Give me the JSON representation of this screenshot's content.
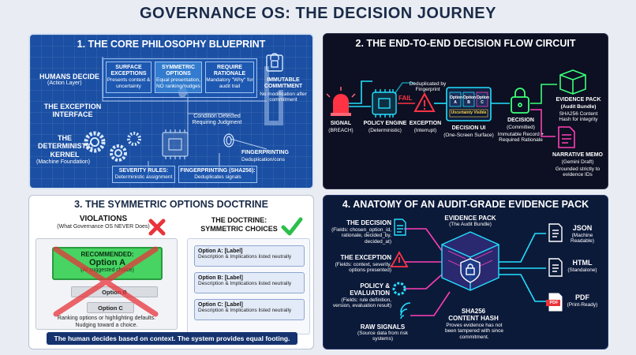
{
  "title": "GOVERNANCE OS: THE DECISION JOURNEY",
  "panel1": {
    "title": "1. THE CORE PHILOSOPHY BLUEPRINT",
    "humans_decide": "HUMANS DECIDE",
    "action_layer": "(Action Layer)",
    "exception_interface": "THE EXCEPTION INTERFACE",
    "kernel": "THE DETERMINISTIC KERNEL",
    "machine_foundation": "(Machine Foundation)",
    "surface_title": "SURFACE EXCEPTIONS",
    "surface_desc": "Presents context & uncertainty",
    "symmetric_title": "SYMMETRIC OPTIONS",
    "symmetric_desc": "Equal presentation, NO ranking/nudges",
    "rationale_title": "REQUIRE RATIONALE",
    "rationale_desc": "Mandatory \"Why\" for audit trail",
    "immutable_title": "IMMUTABLE COMMITMENT",
    "immutable_desc": "No modification after commitment",
    "condition": "Condition Detected Requiring Judgment",
    "fingerprinting_label": "FINGERPRINTING",
    "fingerprinting_sub": "Deduplication/cons",
    "severity_rules": "SEVERITY RULES:",
    "severity_desc": "Deterministic assignment",
    "fp_sha": "FINGERPRINTING (SHA256):",
    "fp_sha_desc": "Deduplicates signals"
  },
  "panel2": {
    "title": "2. THE END-TO-END DECISION FLOW CIRCUIT",
    "dedup": "Deduplicated by Fingerprint",
    "fail": "FAIL",
    "signal": "SIGNAL",
    "signal_sub": "(BREACH)",
    "policy_engine": "POLICY ENGINE",
    "policy_sub": "(Deterministic)",
    "exception": "EXCEPTION",
    "exception_sub": "(Interrupt)",
    "option_a": "Option A",
    "option_b": "Option B",
    "option_c": "Option C",
    "uncertainty": "Uncertainty Visible",
    "decision_ui": "DECISION UI",
    "decision_ui_sub": "(One-Screen Surface)",
    "decision": "DECISION",
    "decision_sub": "(Committed)",
    "decision_desc": "Immutable Record + Required Rationale",
    "evidence_pack": "EVIDENCE PACK",
    "evidence_sub": "(Audit Bundle)",
    "evidence_desc": "SHA256 Content Hash for integrity",
    "narrative": "NARRATIVE MEMO",
    "narrative_sub": "(Gemini Draft)",
    "narrative_desc": "Grounded strictly to evidence IDs"
  },
  "panel3": {
    "title": "3. THE SYMMETRIC OPTIONS DOCTRINE",
    "violations": "VIOLATIONS",
    "violations_sub": "(What Governance OS NEVER Does)",
    "recommended": "RECOMMENDED:",
    "rec_option": "Option A",
    "ai_suggested": "(AI suggested choice)",
    "option_b": "Option B",
    "option_c": "Option C",
    "violation_caption_1": "Ranking options or highlighting defaults.",
    "violation_caption_2": "Nudging toward a choice.",
    "doctrine_1": "THE DOCTRINE:",
    "doctrine_2": "SYMMETRIC CHOICES",
    "doc_options": [
      {
        "label": "Option A: [Label]",
        "desc": "Description & Implications listed neutrally"
      },
      {
        "label": "Option B: [Label]",
        "desc": "Description & Implications listed neutrally"
      },
      {
        "label": "Option C: [Label]",
        "desc": "Description & Implications listed neutrally"
      }
    ],
    "banner": "The human decides based on context. The system provides equal footing."
  },
  "panel4": {
    "title": "4. ANATOMY OF AN AUDIT-GRADE EVIDENCE PACK",
    "decision": "THE DECISION",
    "decision_fields": "(Fields: chosen_option_id, rationale, decided_by, decided_at)",
    "exception": "THE EXCEPTION",
    "exception_fields": "(Fields: context, severity, options presented)",
    "policy": "POLICY &",
    "evaluation": "EVALUATION",
    "policy_fields": "(Fields: rule definition, version, evaluation result)",
    "raw_signals": "RAW SIGNALS",
    "raw_fields": "(Source data from risk systems)",
    "pack": "EVIDENCE PACK",
    "pack_sub": "(The Audit Bundle)",
    "hash": "SHA256",
    "hash2": "CONTENT HASH",
    "hash_desc": "Proves evidence has not been tampered with since commitment.",
    "json": "JSON",
    "json_sub": "(Machine Readable)",
    "html": "HTML",
    "html_sub": "(Standalone)",
    "pdf": "PDF",
    "pdf_sub": "(Print-Ready)",
    "pdf_badge": "PDF"
  },
  "colors": {
    "blueprint": "#1a4fa3",
    "circuit_bg": "#0c1022",
    "neon_cyan": "#22e0ff",
    "neon_pink": "#ff3fb4",
    "neon_red": "#ff3344",
    "neon_green": "#3dff7a",
    "violation_green": "#47d462",
    "violation_red": "#e8343a",
    "check_green": "#2cbf4a",
    "banner_navy": "#15336e"
  }
}
